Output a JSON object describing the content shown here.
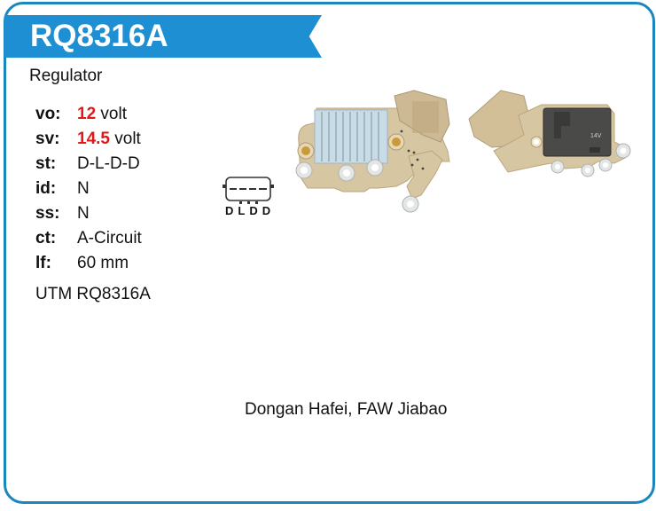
{
  "header": {
    "part_number": "RQ8316A",
    "banner_color": "#1e8fd2",
    "border_color": "#1a86c0"
  },
  "product_type": "Regulator",
  "specs": [
    {
      "key": "vo:",
      "value": "12",
      "unit": " volt",
      "highlight": true
    },
    {
      "key": "sv:",
      "value": "14.5",
      "unit": " volt",
      "highlight": true
    },
    {
      "key": "st:",
      "value": "D-L-D-D",
      "unit": "",
      "highlight": false
    },
    {
      "key": "id:",
      "value": "N",
      "unit": "",
      "highlight": false
    },
    {
      "key": "ss:",
      "value": "N",
      "unit": "",
      "highlight": false
    },
    {
      "key": "ct:",
      "value": "A-Circuit",
      "unit": "",
      "highlight": false
    },
    {
      "key": "lf:",
      "value": "60 mm",
      "unit": "",
      "highlight": false
    }
  ],
  "highlight_color": "#e21818",
  "part_reference": "UTM RQ8316A",
  "connector_diagram": {
    "pins": "DLDD",
    "icon": "connector-plug-icon"
  },
  "images": [
    {
      "name": "regulator-front-image",
      "label_on_part": ""
    },
    {
      "name": "regulator-back-image",
      "label_on_part": "14V"
    }
  ],
  "applications": "Dongan Hafei, FAW Jiabao"
}
